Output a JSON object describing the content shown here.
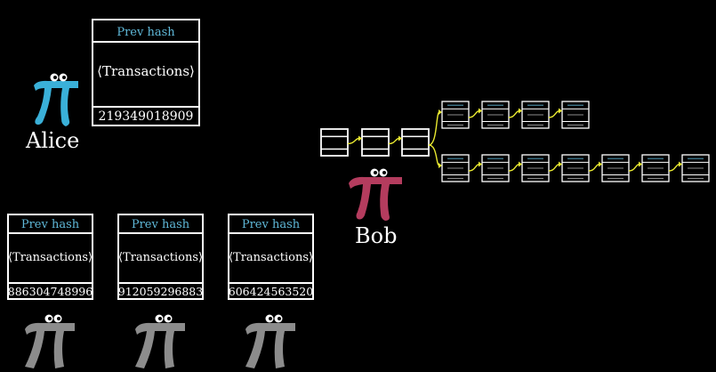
{
  "alice": {
    "name": "Alice",
    "block": {
      "prev_label": "Prev hash",
      "transactions_label": "⟨Transactions⟩",
      "proof": "219349018909"
    }
  },
  "bob": {
    "name": "Bob"
  },
  "others": [
    {
      "prev_label": "Prev hash",
      "transactions_label": "⟨Transactions⟩",
      "proof": "886304748996"
    },
    {
      "prev_label": "Prev hash",
      "transactions_label": "⟨Transactions⟩",
      "proof": "912059296883"
    },
    {
      "prev_label": "Prev hash",
      "transactions_label": "⟨Transactions⟩",
      "proof": "606424563520"
    }
  ],
  "chain": {
    "trunk_blocks": 3,
    "upper_branch_blocks": 4,
    "lower_branch_blocks": 7
  },
  "colors": {
    "background": "#000000",
    "prev_hash_text": "#5fb8d8",
    "alice_pi": "#3ab0d8",
    "bob_pi": "#b43c5e",
    "others_pi": "#8c8c8c",
    "arrow": "#e8e830"
  },
  "icons": [
    "pi-creature-icon"
  ]
}
